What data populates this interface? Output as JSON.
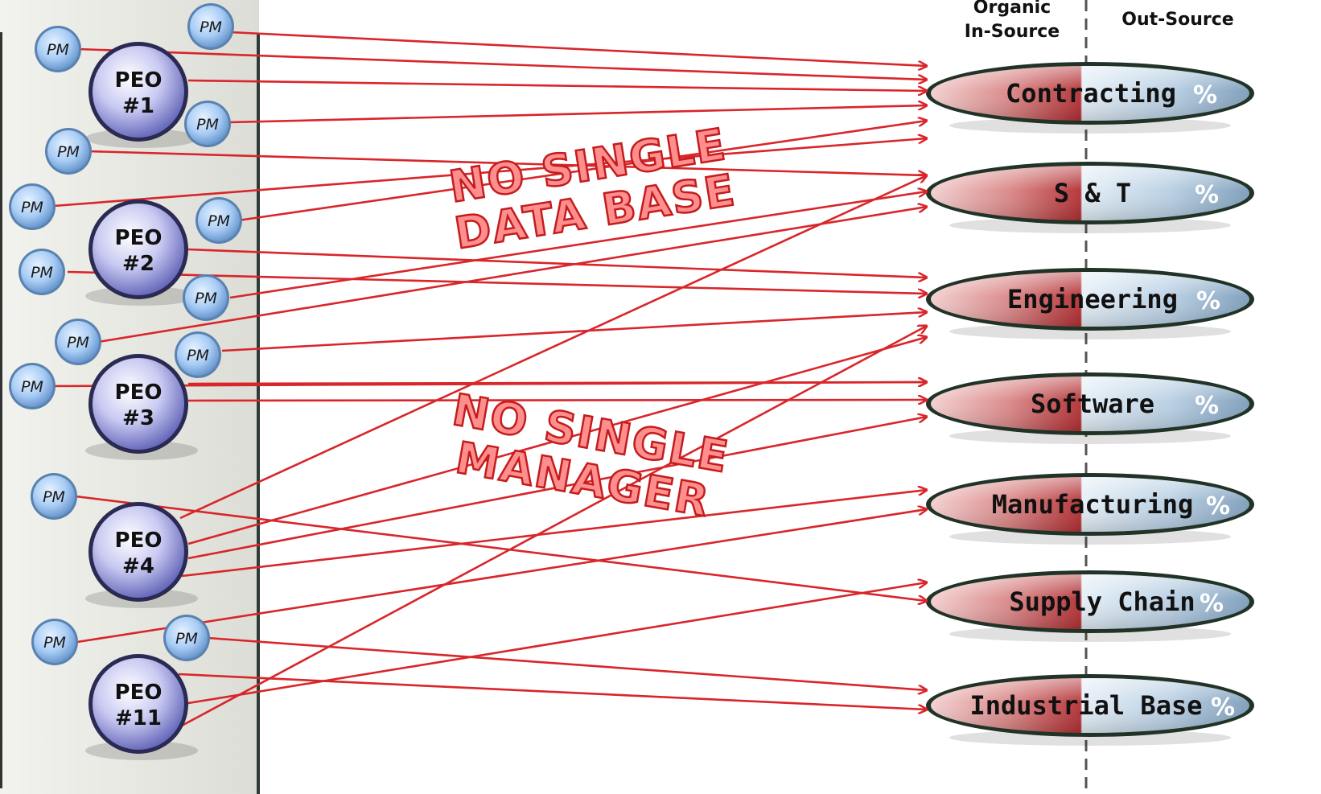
{
  "headers": {
    "organic_line1": "Organic",
    "organic_line2": "In-Source",
    "out_source": "Out-Source"
  },
  "stamps": {
    "data_base_line1": "NO SINGLE",
    "data_base_line2": "DATA BASE",
    "manager_line1": "NO SINGLE",
    "manager_line2": "MANAGER"
  },
  "pm_label": "PM",
  "peos": [
    {
      "line1": "PEO",
      "line2": "#1"
    },
    {
      "line1": "PEO",
      "line2": "#2"
    },
    {
      "line1": "PEO",
      "line2": "#3"
    },
    {
      "line1": "PEO",
      "line2": "#4"
    },
    {
      "line1": "PEO",
      "line2": "#11"
    }
  ],
  "functions": [
    {
      "label": "Contracting",
      "pct": "%"
    },
    {
      "label": "S & T",
      "pct": "%"
    },
    {
      "label": "Engineering",
      "pct": "%"
    },
    {
      "label": "Software",
      "pct": "%"
    },
    {
      "label": "Manufacturing",
      "pct": "%"
    },
    {
      "label": "Supply Chain",
      "pct": "%"
    },
    {
      "label": "Industrial Base",
      "pct": "%"
    }
  ],
  "colors": {
    "arrow": "#d8262a",
    "organic": "#b8373a",
    "outsource": "#8fb0cc",
    "pm_fill": "#a9cdf5",
    "peo_fill": "#8d8fd8"
  }
}
